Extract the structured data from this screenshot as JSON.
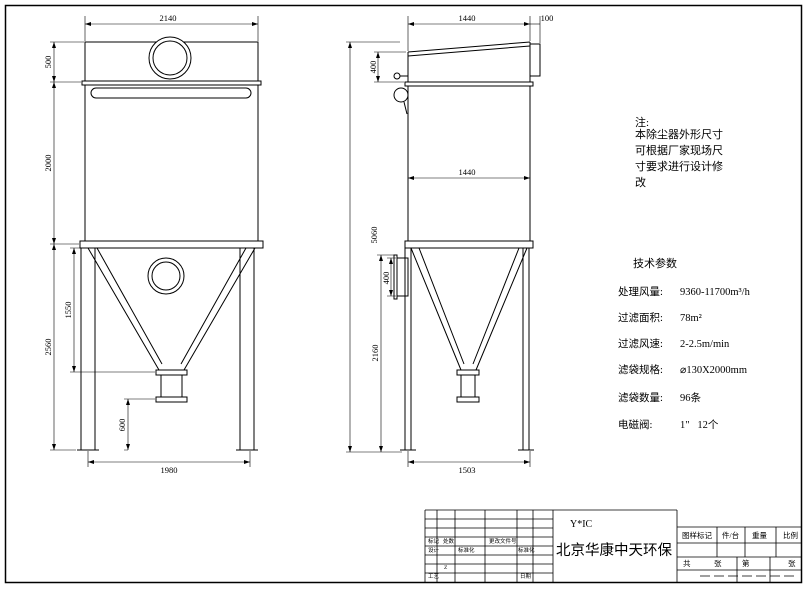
{
  "front_view": {
    "dims": {
      "top_width": "2140",
      "upper_height": "500",
      "body_height": "2000",
      "hopper_height": "1550",
      "support_height": "2560",
      "outlet_height": "600",
      "leg_span": "1980"
    }
  },
  "side_view": {
    "dims": {
      "top_width": "1440",
      "outlet_depth": "100",
      "upper_height": "400",
      "body_width": "1440",
      "total_height": "5060",
      "inlet_height": "400",
      "lower_height": "2160",
      "leg_span": "1503"
    }
  },
  "notes": {
    "title": "注:",
    "lines": [
      "本除尘器外形尺寸",
      "可根据厂家现场尺",
      "寸要求进行设计修",
      "改"
    ]
  },
  "specs": {
    "title": "技术参数",
    "rows": [
      {
        "label": "处理风量:",
        "value": "9360-11700m³/h"
      },
      {
        "label": "过滤面积:",
        "value": "78m²"
      },
      {
        "label": "过滤风速:",
        "value": "2-2.5m/min"
      },
      {
        "label": "滤袋规格:",
        "value": "⌀130X2000mm"
      },
      {
        "label": "滤袋数量:",
        "value": "96条"
      },
      {
        "label": "电磁阀:",
        "value": "1\"   12个"
      }
    ]
  },
  "title_block": {
    "code": "Y*IC",
    "company": "北京华康中天环保",
    "grid": {
      "row1": [
        "标记",
        "处数",
        "更改文件号"
      ],
      "row2": [
        "设计",
        "标准化",
        "标准化"
      ],
      "row3": [
        "Z"
      ],
      "row4": [
        "工艺",
        "日期"
      ]
    },
    "header": [
      "图样标记",
      "件/台",
      "重量",
      "比例"
    ],
    "sheets": [
      "共",
      "张",
      "第",
      "张"
    ]
  }
}
